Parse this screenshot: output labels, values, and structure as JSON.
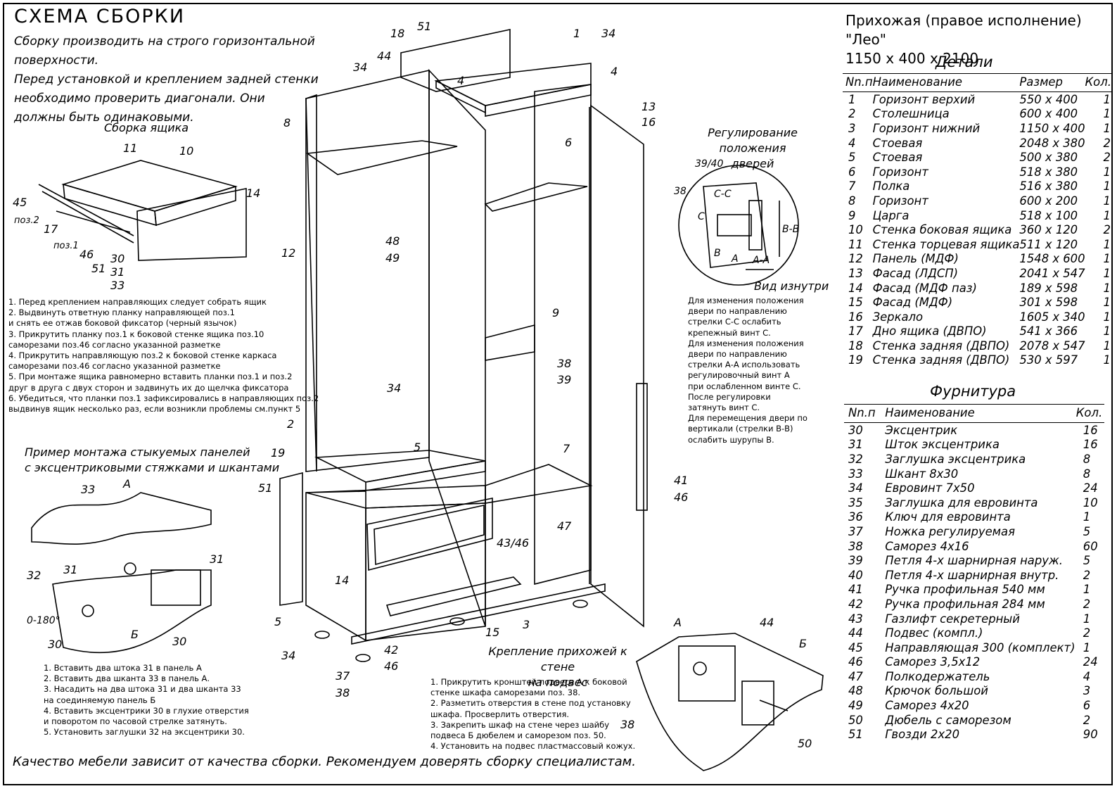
{
  "header": {
    "title": "СХЕМА СБОРКИ",
    "intro": [
      "Сборку производить на строго горизонтальной поверхности.",
      "Перед установкой и креплением задней стенки",
      "необходимо проверить диагонали. Они",
      "должны быть одинаковыми."
    ]
  },
  "product": {
    "name": "Прихожая (правое исполнение) \"Лео\"",
    "dimensions": "1150 x 400 x 2100"
  },
  "drawer": {
    "title": "Сборка ящика",
    "labels": [
      "11",
      "10",
      "14",
      "45",
      "поз.2",
      "17",
      "поз.1",
      "46",
      "51",
      "30",
      "31",
      "33"
    ],
    "steps": [
      "1. Перед креплением направляющих следует собрать ящик",
      "2. Выдвинуть ответную планку направляющей поз.1",
      "   и снять ее отжав боковой фиксатор (черный язычок)",
      "3. Прикрутить планку поз.1 к боковой стенке ящика поз.10",
      "   саморезами поз.46 согласно указанной разметке",
      "4. Прикрутить направляющую поз.2 к боковой стенке каркаса",
      "   саморезами поз.46 согласно указанной разметке",
      "5. При монтаже ящика равномерно вставить планки поз.1 и поз.2",
      "   друг в друга с двух сторон и задвинуть их до щелчка фиксатора",
      "6. Убедиться, что планки поз.1 зафиксировались в направляющих поз.2",
      "   выдвинув ящик несколько раз, если возникли проблемы см.пункт 5"
    ]
  },
  "panels": {
    "title": [
      "Пример монтажа стыкуемых панелей",
      "с эксцентриковыми стяжками и шкантами"
    ],
    "labels": [
      "А",
      "33",
      "31",
      "32",
      "0-180°",
      "30",
      "Б",
      "30",
      "31"
    ],
    "steps": [
      "1. Вставить два штока 31 в панель А",
      "2. Вставить два шканта 33 в панель А.",
      "3. Насадить на два штока 31 и два шканта 33",
      "   на соединяемую панель Б",
      "4. Вставить эксцентрики 30 в глухие отверстия",
      "   и поворотом по часовой стрелке затянуть.",
      "5. Установить заглушки 32 на эксцентрики 30."
    ]
  },
  "doors": {
    "title": [
      "Регулирование",
      "положения дверей"
    ],
    "labels": [
      "39/40",
      "38",
      "С-С",
      "С",
      "В",
      "А",
      "А-А",
      "В-В"
    ],
    "inside_view": "Вид изнутри",
    "text": [
      "Для изменения положения",
      "двери по направлению",
      "стрелки С-С ослабить",
      "крепежный винт С.",
      "Для изменения положения",
      "двери по направлению",
      "стрелки А-А использовать",
      "регулировочный винт А",
      "при ослабленном винте С.",
      "После регулировки",
      "затянуть винт С.",
      "Для перемещения двери по",
      "вертикали (стрелки В-В)",
      "ослабить шурупы В."
    ]
  },
  "wall_mount": {
    "title": [
      "Крепление прихожей к стене",
      "на подвес"
    ],
    "labels": [
      "А",
      "44",
      "Б",
      "38",
      "50"
    ],
    "steps": [
      "1. Прикрутить кронштей подвеса А к боковой",
      "стенке шкафа саморезами поз. 38.",
      "2. Разметить отверстия в стене под установку",
      "шкафа. Просверлить отверстия.",
      "3. Закрепить шкаф на стене через шайбу",
      "подвеса Б дюбелем и саморезом поз. 50.",
      "4. Установить на подвес пластмассовый кожух."
    ]
  },
  "main_labels": [
    "18",
    "51",
    "1",
    "34",
    "44",
    "34",
    "4",
    "4",
    "13",
    "16",
    "8",
    "6",
    "12",
    "9",
    "38",
    "39",
    "34",
    "2",
    "19",
    "51",
    "5",
    "7",
    "41",
    "46",
    "47",
    "43/46",
    "14",
    "15",
    "3",
    "5",
    "42",
    "46",
    "34",
    "37",
    "38",
    "48",
    "49"
  ],
  "details": {
    "title": "Детали",
    "columns": [
      "Nn.п",
      "Наименование",
      "Размер",
      "Кол."
    ],
    "rows": [
      [
        "1",
        "Горизонт верхий",
        "550 x 400",
        "1"
      ],
      [
        "2",
        "Столешница",
        "600 x 400",
        "1"
      ],
      [
        "3",
        "Горизонт нижний",
        "1150 x 400",
        "1"
      ],
      [
        "4",
        "Стоевая",
        "2048 x 380",
        "2"
      ],
      [
        "5",
        "Стоевая",
        "500 x 380",
        "2"
      ],
      [
        "6",
        "Горизонт",
        "518 x 380",
        "1"
      ],
      [
        "7",
        "Полка",
        "516 x 380",
        "1"
      ],
      [
        "8",
        "Горизонт",
        "600 x 200",
        "1"
      ],
      [
        "9",
        "Царга",
        "518 x 100",
        "1"
      ],
      [
        "10",
        "Стенка боковая ящика",
        "360 x 120",
        "2"
      ],
      [
        "11",
        "Стенка торцевая ящика",
        "511 x 120",
        "1"
      ],
      [
        "12",
        "Панель (МДФ)",
        "1548 x 600",
        "1"
      ],
      [
        "13",
        "Фасад (ЛДСП)",
        "2041 x 547",
        "1"
      ],
      [
        "14",
        "Фасад (МДФ паз)",
        "189 x 598",
        "1"
      ],
      [
        "15",
        "Фасад (МДФ)",
        "301 x 598",
        "1"
      ],
      [
        "16",
        "Зеркало",
        "1605 x 340",
        "1"
      ],
      [
        "17",
        "Дно ящика (ДВПО)",
        "541 x 366",
        "1"
      ],
      [
        "18",
        "Стенка задняя (ДВПО)",
        "2078 x 547",
        "1"
      ],
      [
        "19",
        "Стенка задняя (ДВПО)",
        "530 x 597",
        "1"
      ]
    ]
  },
  "hardware": {
    "title": "Фурнитура",
    "columns": [
      "Nn.п",
      "Наименование",
      "Кол."
    ],
    "rows": [
      [
        "30",
        "Эксцентрик",
        "16"
      ],
      [
        "31",
        "Шток эксцентрика",
        "16"
      ],
      [
        "32",
        "Заглушка эксцентрика",
        "8"
      ],
      [
        "33",
        "Шкант 8x30",
        "8"
      ],
      [
        "34",
        "Евровинт 7x50",
        "24"
      ],
      [
        "35",
        "Заглушка для евровинта",
        "10"
      ],
      [
        "36",
        "Ключ для евровинта",
        "1"
      ],
      [
        "37",
        "Ножка регулируемая",
        "5"
      ],
      [
        "38",
        "Саморез 4x16",
        "60"
      ],
      [
        "39",
        "Петля 4-х шарнирная наруж.",
        "5"
      ],
      [
        "40",
        "Петля 4-х шарнирная внутр.",
        "2"
      ],
      [
        "41",
        "Ручка профильная 540 мм",
        "1"
      ],
      [
        "42",
        "Ручка профильная 284 мм",
        "2"
      ],
      [
        "43",
        "Газлифт секретерный",
        "1"
      ],
      [
        "44",
        "Подвес (компл.)",
        "2"
      ],
      [
        "45",
        "Направляющая 300 (комплект)",
        "1"
      ],
      [
        "46",
        "Саморез 3,5x12",
        "24"
      ],
      [
        "47",
        "Полкодержатель",
        "4"
      ],
      [
        "48",
        "Крючок большой",
        "3"
      ],
      [
        "49",
        "Саморез 4x20",
        "6"
      ],
      [
        "50",
        "Дюбель с саморезом",
        "2"
      ],
      [
        "51",
        "Гвозди 2x20",
        "90"
      ]
    ]
  },
  "footer": "Качество мебели зависит от качества сборки. Рекомендуем доверять сборку специалистам."
}
